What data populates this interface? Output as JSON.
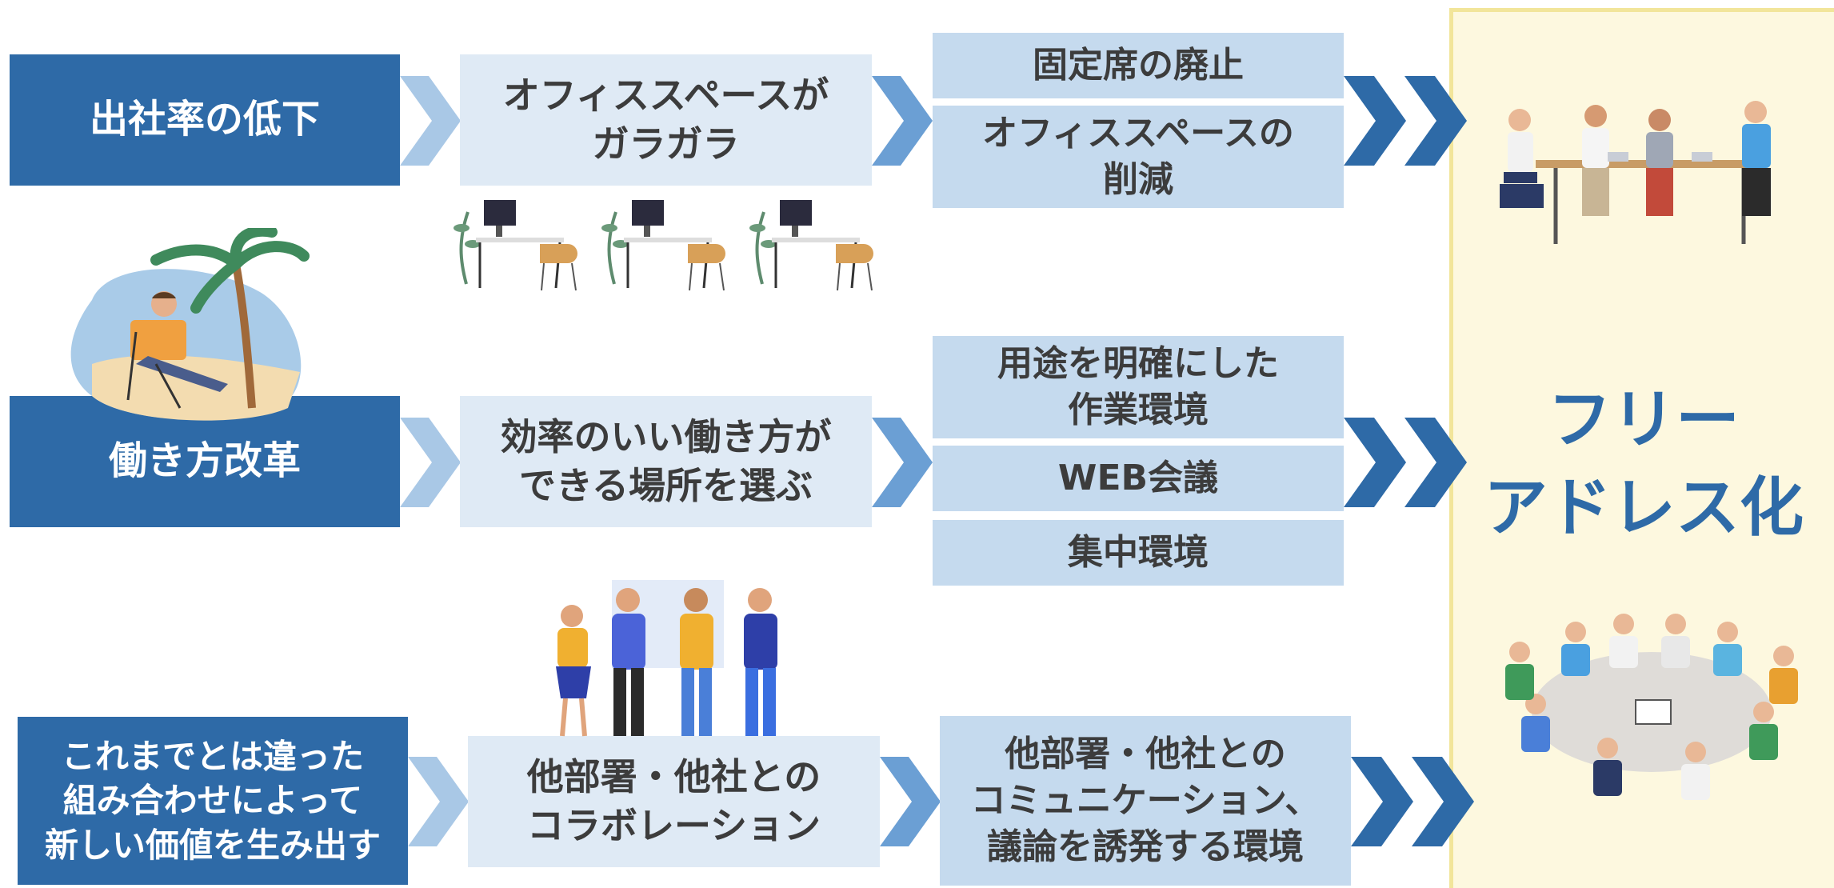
{
  "causes": [
    {
      "label": "出社率の低下"
    },
    {
      "label": "働き方改革"
    },
    {
      "label": "これまでとは違った\n組み合わせによって\n新しい価値を生み出す"
    }
  ],
  "situations": [
    {
      "label": "オフィススペースが\nガラガラ"
    },
    {
      "label": "効率のいい働き方が\nできる場所を選ぶ"
    },
    {
      "label": "他部署・他社との\nコラボレーション"
    }
  ],
  "needs": {
    "row1": [
      "固定席の廃止",
      "オフィススペースの\n削減"
    ],
    "row2": [
      "用途を明確にした\n作業環境",
      "WEB会議",
      "集中環境"
    ],
    "row3": [
      "他部署・他社との\nコミュニケーション、\n議論を誘発する環境"
    ]
  },
  "result": {
    "title": "フリー\nアドレス化"
  },
  "colors": {
    "dark_blue": "#2e6aa7",
    "light_blue": "#dfeaf5",
    "mid_blue": "#c5daee",
    "pale_chevron": "#a9c8e6",
    "cream": "#fdf8df"
  },
  "icons": [
    "empty-desk-icon",
    "beach-remote-worker-icon",
    "team-discussion-icon",
    "meeting-table-icon",
    "round-table-meeting-icon",
    "chevron-right-icon"
  ]
}
